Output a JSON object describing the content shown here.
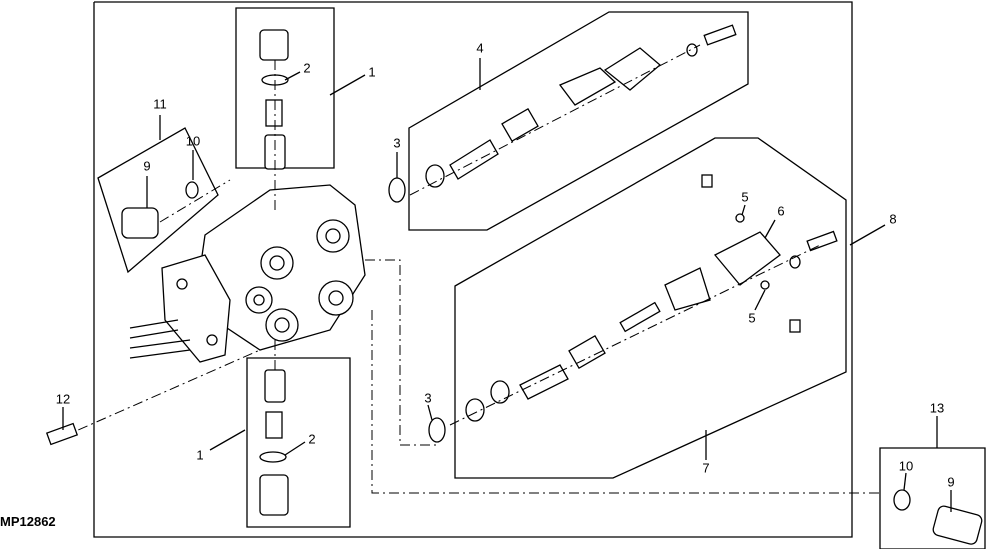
{
  "figure_ref": "MP12862",
  "callouts": [
    {
      "id": "1",
      "part": "valve-top"
    },
    {
      "id": "2",
      "part": "o-ring-top"
    },
    {
      "id": "11",
      "part": "plug-kit-left"
    },
    {
      "id": "10",
      "part": "o-ring-left"
    },
    {
      "id": "9",
      "part": "plug-left"
    },
    {
      "id": "4",
      "part": "spool-kit-upper"
    },
    {
      "id": "3",
      "part": "o-ring-upper"
    },
    {
      "id": "5",
      "part": "detent-ball-upper"
    },
    {
      "id": "6",
      "part": "detent-housing"
    },
    {
      "id": "8",
      "part": "spool-kit-lower-outer"
    },
    {
      "id": "5",
      "part": "detent-ball-lower"
    },
    {
      "id": "3",
      "part": "o-ring-lower"
    },
    {
      "id": "12",
      "part": "cap-screw"
    },
    {
      "id": "1",
      "part": "valve-bottom"
    },
    {
      "id": "2",
      "part": "o-ring-bottom"
    },
    {
      "id": "7",
      "part": "spool-kit-lower"
    },
    {
      "id": "13",
      "part": "plug-kit-right"
    },
    {
      "id": "10",
      "part": "o-ring-right"
    },
    {
      "id": "9",
      "part": "plug-right"
    }
  ]
}
